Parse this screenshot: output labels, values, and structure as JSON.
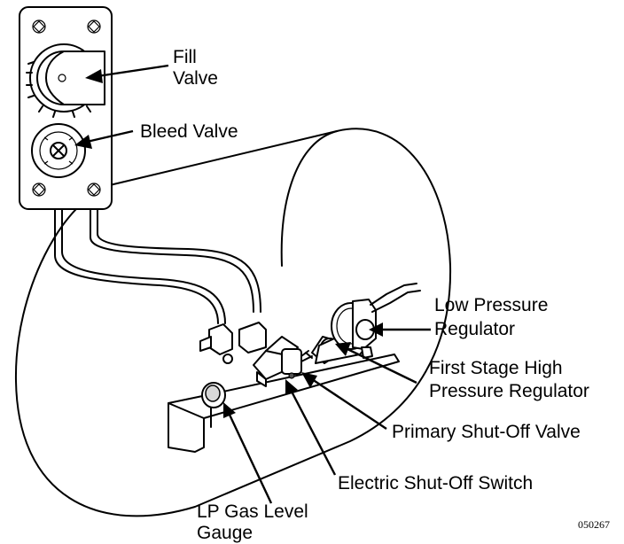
{
  "labels": {
    "fill_valve": [
      "Fill",
      "Valve"
    ],
    "bleed_valve": "Bleed Valve",
    "low_pressure_regulator": [
      "Low Pressure",
      "Regulator"
    ],
    "first_stage_regulator": [
      "First Stage High",
      "Pressure Regulator"
    ],
    "primary_shutoff_valve": "Primary Shut-Off Valve",
    "electric_shutoff_switch": "Electric Shut-Off Switch",
    "lp_gas_level_gauge": [
      "LP Gas Level",
      "Gauge"
    ],
    "figure_number": "050267"
  }
}
